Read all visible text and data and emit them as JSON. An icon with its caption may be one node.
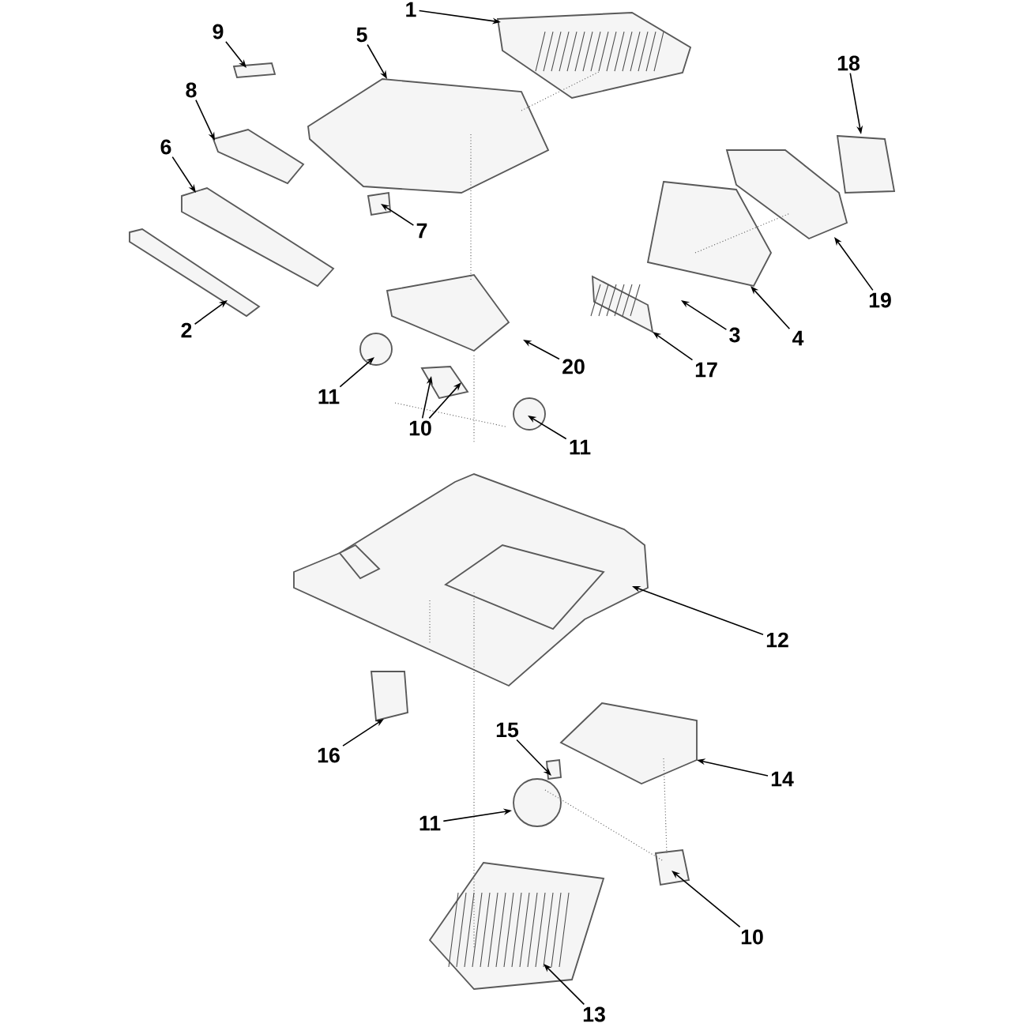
{
  "diagram": {
    "nodes": [
      {
        "text": [
          "1"
        ]
      },
      {
        "text": [
          "9"
        ]
      },
      {
        "text": [
          "5"
        ]
      },
      {
        "text": [
          "18"
        ]
      },
      {
        "text": [
          "8"
        ]
      },
      {
        "text": [
          "6"
        ]
      },
      {
        "text": [
          "7"
        ]
      },
      {
        "text": [
          "19"
        ]
      },
      {
        "text": [
          "2"
        ]
      },
      {
        "text": [
          "3"
        ]
      },
      {
        "text": [
          "4"
        ]
      },
      {
        "text": [
          "20"
        ]
      },
      {
        "text": [
          "17"
        ]
      },
      {
        "text": [
          "11"
        ]
      },
      {
        "text": [
          "10"
        ]
      },
      {
        "text": [
          "11"
        ]
      },
      {
        "text": [
          "12"
        ]
      },
      {
        "text": [
          "16"
        ]
      },
      {
        "text": [
          "15"
        ]
      },
      {
        "text": [
          "14"
        ]
      },
      {
        "text": [
          "11"
        ]
      },
      {
        "text": [
          "10"
        ]
      },
      {
        "text": [
          "13"
        ]
      }
    ],
    "edges": [
      {
        "from": 0,
        "to": null,
        "arrow": "to"
      },
      {
        "from": 1,
        "to": null,
        "arrow": "to"
      },
      {
        "from": 2,
        "to": null,
        "arrow": "to"
      },
      {
        "from": 3,
        "to": null,
        "arrow": "to"
      },
      {
        "from": 4,
        "to": null,
        "arrow": "to"
      },
      {
        "from": 5,
        "to": null,
        "arrow": "to"
      },
      {
        "from": 6,
        "to": null,
        "arrow": "to"
      },
      {
        "from": 7,
        "to": null,
        "arrow": "to"
      },
      {
        "from": 8,
        "to": null,
        "arrow": "to"
      },
      {
        "from": 9,
        "to": null,
        "arrow": "to"
      },
      {
        "from": 10,
        "to": null,
        "arrow": "to"
      },
      {
        "from": 11,
        "to": null,
        "arrow": "to"
      },
      {
        "from": 12,
        "to": null,
        "arrow": "to"
      },
      {
        "from": 13,
        "to": null,
        "arrow": "to"
      },
      {
        "from": 14,
        "to": null,
        "arrow": "to"
      },
      {
        "from": 14,
        "to": null,
        "arrow": "to"
      },
      {
        "from": 15,
        "to": null,
        "arrow": "to"
      },
      {
        "from": 16,
        "to": null,
        "arrow": "to"
      },
      {
        "from": 17,
        "to": null,
        "arrow": "to"
      },
      {
        "from": 18,
        "to": null,
        "arrow": "to"
      },
      {
        "from": 19,
        "to": null,
        "arrow": "to"
      },
      {
        "from": 20,
        "to": null,
        "arrow": "to"
      },
      {
        "from": 21,
        "to": null,
        "arrow": "to"
      },
      {
        "from": 22,
        "to": null,
        "arrow": "to"
      }
    ]
  }
}
